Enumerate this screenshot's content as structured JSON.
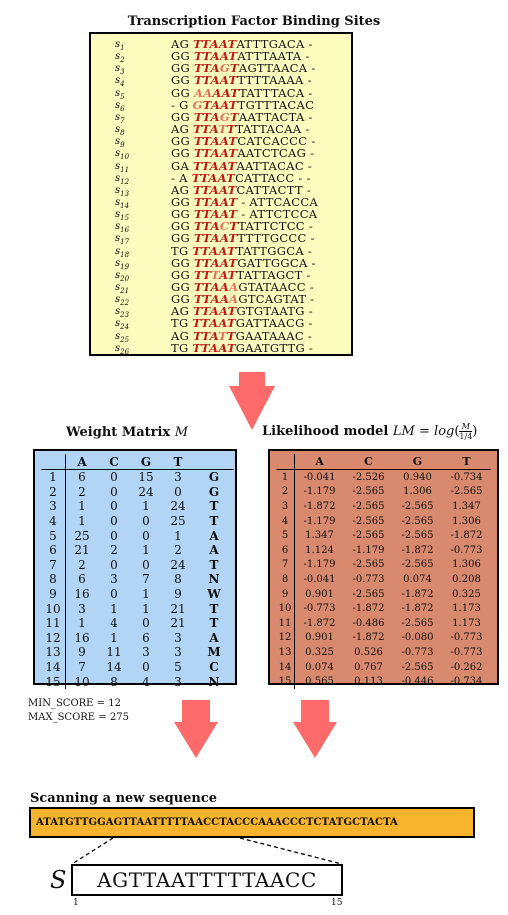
{
  "tf": {
    "title": "Transcription Factor Binding Sites",
    "sites": [
      {
        "label": "s",
        "num": "1",
        "pre": "AG ",
        "motif": [
          [
            "T",
            "m"
          ],
          [
            "T",
            "m"
          ],
          [
            "A",
            "m"
          ],
          [
            "A",
            "m"
          ],
          [
            "T",
            "m"
          ]
        ],
        "post": "ATTTGACA -"
      },
      {
        "label": "s",
        "num": "2",
        "pre": "GG ",
        "motif": [
          [
            "T",
            "m"
          ],
          [
            "T",
            "m"
          ],
          [
            "A",
            "m"
          ],
          [
            "A",
            "m"
          ],
          [
            "T",
            "m"
          ]
        ],
        "post": "ATTTAATA -"
      },
      {
        "label": "s",
        "num": "3",
        "pre": "GG ",
        "motif": [
          [
            "T",
            "m"
          ],
          [
            "T",
            "m"
          ],
          [
            "A",
            "m"
          ],
          [
            "G",
            "v"
          ],
          [
            "T",
            "m"
          ]
        ],
        "post": "AGTTAACA -"
      },
      {
        "label": "s",
        "num": "4",
        "pre": "GG ",
        "motif": [
          [
            "T",
            "m"
          ],
          [
            "T",
            "m"
          ],
          [
            "A",
            "m"
          ],
          [
            "A",
            "m"
          ],
          [
            "T",
            "m"
          ]
        ],
        "post": "TTTTAAAA -"
      },
      {
        "label": "s",
        "num": "5",
        "pre": "GG ",
        "motif": [
          [
            "A",
            "v"
          ],
          [
            "A",
            "v"
          ],
          [
            "A",
            "m"
          ],
          [
            "A",
            "m"
          ],
          [
            "T",
            "m"
          ]
        ],
        "post": "TATTTACA -"
      },
      {
        "label": "s",
        "num": "6",
        "pre": "- G ",
        "motif": [
          [
            "G",
            "v"
          ],
          [
            "T",
            "m"
          ],
          [
            "A",
            "m"
          ],
          [
            "A",
            "m"
          ],
          [
            "T",
            "m"
          ]
        ],
        "post": "TGTTTACAC"
      },
      {
        "label": "s",
        "num": "7",
        "pre": "GG ",
        "motif": [
          [
            "T",
            "m"
          ],
          [
            "T",
            "m"
          ],
          [
            "A",
            "m"
          ],
          [
            "G",
            "v"
          ],
          [
            "T",
            "m"
          ]
        ],
        "post": "AATTACTA -"
      },
      {
        "label": "s",
        "num": "8",
        "pre": "AG ",
        "motif": [
          [
            "T",
            "m"
          ],
          [
            "T",
            "m"
          ],
          [
            "A",
            "m"
          ],
          [
            "T",
            "v"
          ],
          [
            "T",
            "m"
          ]
        ],
        "post": "TATTACAA -"
      },
      {
        "label": "s",
        "num": "9",
        "pre": "GG ",
        "motif": [
          [
            "T",
            "m"
          ],
          [
            "T",
            "m"
          ],
          [
            "A",
            "m"
          ],
          [
            "A",
            "m"
          ],
          [
            "T",
            "m"
          ]
        ],
        "post": "CATCACCC -"
      },
      {
        "label": "s",
        "num": "10",
        "pre": "GG ",
        "motif": [
          [
            "T",
            "m"
          ],
          [
            "T",
            "m"
          ],
          [
            "A",
            "m"
          ],
          [
            "A",
            "m"
          ],
          [
            "T",
            "m"
          ]
        ],
        "post": "AATCTCAG -"
      },
      {
        "label": "s",
        "num": "11",
        "pre": "GA ",
        "motif": [
          [
            "T",
            "m"
          ],
          [
            "T",
            "m"
          ],
          [
            "A",
            "m"
          ],
          [
            "A",
            "m"
          ],
          [
            "T",
            "m"
          ]
        ],
        "post": "AATTACAC -"
      },
      {
        "label": "s",
        "num": "12",
        "pre": "- A ",
        "motif": [
          [
            "T",
            "m"
          ],
          [
            "T",
            "m"
          ],
          [
            "A",
            "m"
          ],
          [
            "A",
            "m"
          ],
          [
            "T",
            "m"
          ]
        ],
        "post": "CATTACC - -"
      },
      {
        "label": "s",
        "num": "13",
        "pre": "AG ",
        "motif": [
          [
            "T",
            "m"
          ],
          [
            "T",
            "m"
          ],
          [
            "A",
            "m"
          ],
          [
            "A",
            "m"
          ],
          [
            "T",
            "m"
          ]
        ],
        "post": "CATTACTT -"
      },
      {
        "label": "s",
        "num": "14",
        "pre": "GG ",
        "motif": [
          [
            "T",
            "m"
          ],
          [
            "T",
            "m"
          ],
          [
            "A",
            "m"
          ],
          [
            "A",
            "m"
          ],
          [
            "T",
            "m"
          ]
        ],
        "post": " - ATTCACCA"
      },
      {
        "label": "s",
        "num": "15",
        "pre": "GG ",
        "motif": [
          [
            "T",
            "m"
          ],
          [
            "T",
            "m"
          ],
          [
            "A",
            "m"
          ],
          [
            "A",
            "m"
          ],
          [
            "T",
            "m"
          ]
        ],
        "post": " - ATTCTCCA"
      },
      {
        "label": "s",
        "num": "16",
        "pre": "GG ",
        "motif": [
          [
            "T",
            "m"
          ],
          [
            "T",
            "m"
          ],
          [
            "A",
            "m"
          ],
          [
            "C",
            "v"
          ],
          [
            "T",
            "m"
          ]
        ],
        "post": "TATTCTCC -"
      },
      {
        "label": "s",
        "num": "17",
        "pre": "GG ",
        "motif": [
          [
            "T",
            "m"
          ],
          [
            "T",
            "m"
          ],
          [
            "A",
            "m"
          ],
          [
            "A",
            "m"
          ],
          [
            "T",
            "m"
          ]
        ],
        "post": "TTTTGCCC -"
      },
      {
        "label": "s",
        "num": "18",
        "pre": "TG ",
        "motif": [
          [
            "T",
            "m"
          ],
          [
            "T",
            "m"
          ],
          [
            "A",
            "m"
          ],
          [
            "A",
            "m"
          ],
          [
            "T",
            "m"
          ]
        ],
        "post": "TATTGGCA -"
      },
      {
        "label": "s",
        "num": "19",
        "pre": "GG ",
        "motif": [
          [
            "T",
            "m"
          ],
          [
            "T",
            "m"
          ],
          [
            "A",
            "m"
          ],
          [
            "A",
            "m"
          ],
          [
            "T",
            "m"
          ]
        ],
        "post": "GATTGGCA -"
      },
      {
        "label": "s",
        "num": "20",
        "pre": "GG ",
        "motif": [
          [
            "T",
            "m"
          ],
          [
            "T",
            "m"
          ],
          [
            "T",
            "v"
          ],
          [
            "A",
            "m"
          ],
          [
            "T",
            "m"
          ]
        ],
        "post": "TATTAGCT -"
      },
      {
        "label": "s",
        "num": "21",
        "pre": "GG ",
        "motif": [
          [
            "T",
            "m"
          ],
          [
            "T",
            "m"
          ],
          [
            "A",
            "m"
          ],
          [
            "A",
            "m"
          ],
          [
            "A",
            "v"
          ]
        ],
        "post": "GTATAACC -"
      },
      {
        "label": "s",
        "num": "22",
        "pre": "GG ",
        "motif": [
          [
            "T",
            "m"
          ],
          [
            "T",
            "m"
          ],
          [
            "A",
            "m"
          ],
          [
            "A",
            "m"
          ],
          [
            "A",
            "v"
          ]
        ],
        "post": "GTCAGTAT -"
      },
      {
        "label": "s",
        "num": "23",
        "pre": "AG ",
        "motif": [
          [
            "T",
            "m"
          ],
          [
            "T",
            "m"
          ],
          [
            "A",
            "m"
          ],
          [
            "A",
            "m"
          ],
          [
            "T",
            "m"
          ]
        ],
        "post": "GTGTAATG -"
      },
      {
        "label": "s",
        "num": "24",
        "pre": "TG ",
        "motif": [
          [
            "T",
            "m"
          ],
          [
            "T",
            "m"
          ],
          [
            "A",
            "m"
          ],
          [
            "A",
            "m"
          ],
          [
            "T",
            "m"
          ]
        ],
        "post": "GATTAACG -"
      },
      {
        "label": "s",
        "num": "25",
        "pre": "AG ",
        "motif": [
          [
            "T",
            "m"
          ],
          [
            "T",
            "m"
          ],
          [
            "A",
            "m"
          ],
          [
            "T",
            "v"
          ],
          [
            "T",
            "m"
          ]
        ],
        "post": "GAATAAAC -"
      },
      {
        "label": "s",
        "num": "26",
        "pre": "TG ",
        "motif": [
          [
            "T",
            "m"
          ],
          [
            "T",
            "m"
          ],
          [
            "A",
            "m"
          ],
          [
            "A",
            "m"
          ],
          [
            "T",
            "m"
          ]
        ],
        "post": "GAATGTTG -"
      }
    ]
  },
  "weight_matrix": {
    "title": "Weight Matrix ",
    "symbol": "M",
    "headers": [
      "",
      "A",
      "C",
      "G",
      "T",
      ""
    ],
    "rows": [
      [
        "1",
        "6",
        "0",
        "15",
        "3",
        "G"
      ],
      [
        "2",
        "2",
        "0",
        "24",
        "0",
        "G"
      ],
      [
        "3",
        "1",
        "0",
        "1",
        "24",
        "T"
      ],
      [
        "4",
        "1",
        "0",
        "0",
        "25",
        "T"
      ],
      [
        "5",
        "25",
        "0",
        "0",
        "1",
        "A"
      ],
      [
        "6",
        "21",
        "2",
        "1",
        "2",
        "A"
      ],
      [
        "7",
        "2",
        "0",
        "0",
        "24",
        "T"
      ],
      [
        "8",
        "6",
        "3",
        "7",
        "8",
        "N"
      ],
      [
        "9",
        "16",
        "0",
        "1",
        "9",
        "W"
      ],
      [
        "10",
        "3",
        "1",
        "1",
        "21",
        "T"
      ],
      [
        "11",
        "1",
        "4",
        "0",
        "21",
        "T"
      ],
      [
        "12",
        "16",
        "1",
        "6",
        "3",
        "A"
      ],
      [
        "13",
        "9",
        "11",
        "3",
        "3",
        "M"
      ],
      [
        "14",
        "7",
        "14",
        "0",
        "5",
        "C"
      ],
      [
        "15",
        "10",
        "8",
        "4",
        "3",
        "N"
      ]
    ]
  },
  "likelihood_model": {
    "title": "Likelihood model ",
    "formula_lhs": "LM",
    "formula_fn": "log",
    "formula_num": "M",
    "formula_den": "1/4",
    "headers": [
      "",
      "A",
      "C",
      "G",
      "T"
    ],
    "rows": [
      [
        "1",
        "-0.041",
        "-2.526",
        "0.940",
        "-0.734"
      ],
      [
        "2",
        "-1.179",
        "-2.565",
        "1.306",
        "-2.565"
      ],
      [
        "3",
        "-1.872",
        "-2.565",
        "-2.565",
        "1.347"
      ],
      [
        "4",
        "-1.179",
        "-2.565",
        "-2.565",
        "1.306"
      ],
      [
        "5",
        "1.347",
        "-2.565",
        "-2.565",
        "-1.872"
      ],
      [
        "6",
        "1.124",
        "-1.179",
        "-1.872",
        "-0.773"
      ],
      [
        "7",
        "-1.179",
        "-2.565",
        "-2.565",
        "1.306"
      ],
      [
        "8",
        "-0.041",
        "-0.773",
        "0.074",
        "0.208"
      ],
      [
        "9",
        "0.901",
        "-2.565",
        "-1.872",
        "0.325"
      ],
      [
        "10",
        "-0.773",
        "-1.872",
        "-1.872",
        "1.173"
      ],
      [
        "11",
        "-1.872",
        "-0.486",
        "-2.565",
        "1.173"
      ],
      [
        "12",
        "0.901",
        "-1.872",
        "-0.080",
        "-0.773"
      ],
      [
        "13",
        "0.325",
        "0.526",
        "-0.773",
        "-0.773"
      ],
      [
        "14",
        "0.074",
        "0.767",
        "-2.565",
        "-0.262"
      ],
      [
        "15",
        "0.565",
        "0.113",
        "-0.446",
        "-0.734"
      ]
    ]
  },
  "scores": {
    "min": "MIN_SCORE = 12",
    "max": "MAX_SCORE = 275"
  },
  "scan": {
    "title": "Scanning a new sequence",
    "sequence": "ATATGTTGGAGTTAATTTTTAACCTACCCAAACCCTCTATGCTACTA",
    "window_label": "S",
    "window": "AGTTAATTTTTAACC",
    "start": "1",
    "end": "15"
  },
  "colors": {
    "tf_bg": "#fdfcbf",
    "motif": "#c01818",
    "variant": "#e0705d",
    "weight_bg": "#b3d5f5",
    "likelihood_bg": "#d9896e",
    "scan_bg": "#f7b42c",
    "arrow": "#ff6b6b"
  }
}
